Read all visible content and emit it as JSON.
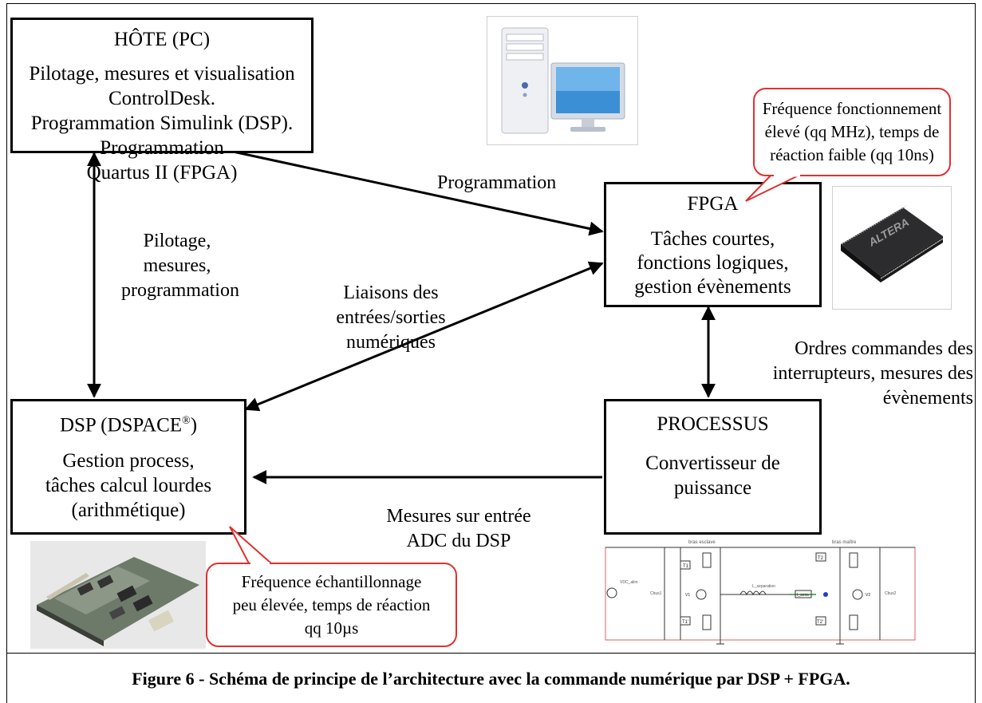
{
  "host": {
    "title": "HÔTE (PC)",
    "lines": [
      "Pilotage, mesures et visualisation ControlDesk.",
      "Programmation Simulink (DSP). Programmation",
      "Quartus II (FPGA)"
    ]
  },
  "fpga": {
    "title": "FPGA",
    "lines": [
      "Tâches courtes,",
      "fonctions logiques,",
      "gestion évènements"
    ]
  },
  "dsp": {
    "title": "DSP (DSPACE",
    "title_sup": "®",
    "title_end": ")",
    "lines": [
      "Gestion process,",
      "tâches calcul lourdes",
      "(arithmétique)"
    ]
  },
  "processus": {
    "title": "PROCESSUS",
    "lines": [
      "Convertisseur de",
      "puissance"
    ]
  },
  "links": {
    "programmation": "Programmation",
    "pilotage": [
      "Pilotage,",
      "mesures,",
      "programmation"
    ],
    "liaisons": [
      "Liaisons des",
      "entrées/sorties",
      "numériques"
    ],
    "ordres": [
      "Ordres commandes des",
      "interrupteurs, mesures des",
      "évènements"
    ],
    "mesures_adc": [
      "Mesures sur entrée",
      "ADC du DSP"
    ]
  },
  "callouts": {
    "fpga": [
      "Fréquence fonctionnement",
      "élevé (qq MHz), temps de",
      "réaction faible (qq 10ns)"
    ],
    "dsp": [
      "Fréquence échantillonnage",
      "peu élevée, temps de réaction",
      "qq 10µs"
    ]
  },
  "images": {
    "pc": "computer-icon",
    "chip": "fpga-chip-photo",
    "board": "dspace-board-photo",
    "circuit": "power-converter-schematic"
  },
  "chip_text": "ALTERA",
  "circuit_labels": {
    "left_leg": "bras esclave",
    "right_leg": "bras maître",
    "source": "VDC_alim",
    "cap_in": "Cbus1",
    "cap_out": "Cbus2",
    "inductor": "L_separation",
    "sensor": "I_sens",
    "t1": "T1",
    "t1p": "T1'",
    "t2": "T2",
    "t2p": "T2'",
    "v1": "V1",
    "v2": "V2"
  },
  "caption": "Figure 6 - Schéma de principe de l’architecture avec la commande numérique par DSP + FPGA.",
  "colors": {
    "callout_border": "#e03030",
    "box_border": "#000000"
  }
}
